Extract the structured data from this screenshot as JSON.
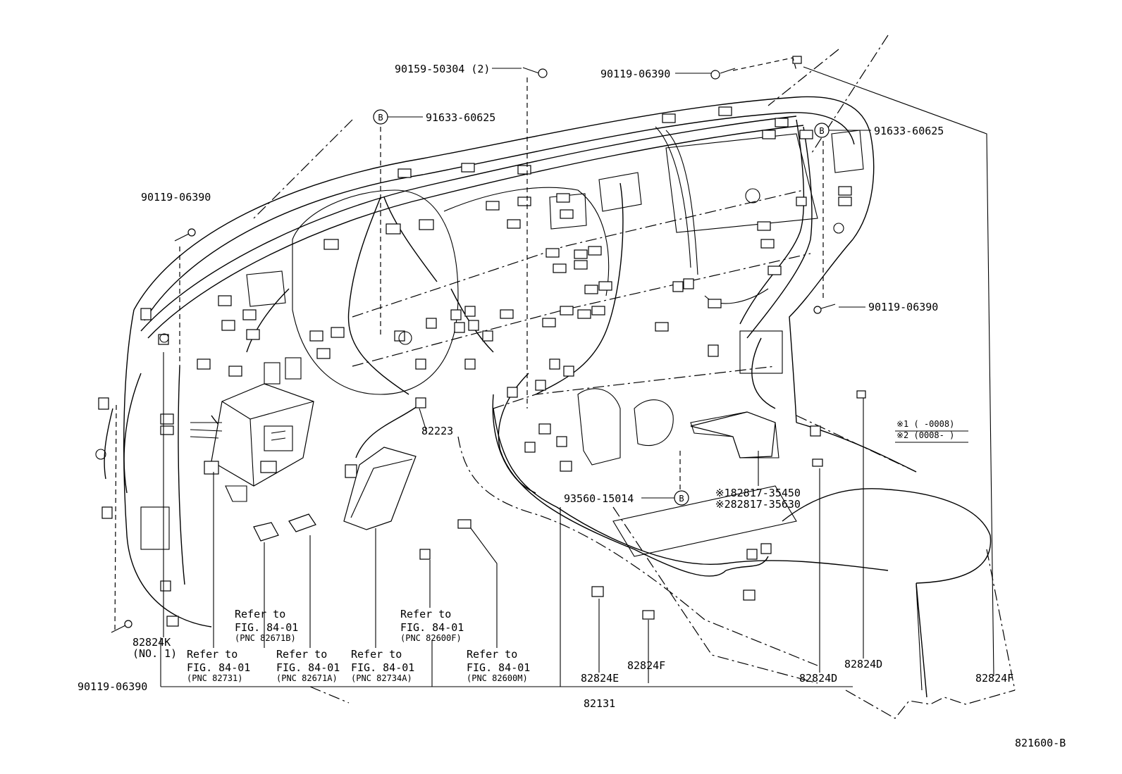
{
  "diagram_id": "821600-B",
  "bubble_letter": "B",
  "parts": {
    "bolt_top": "90159-50304 (2)",
    "bolt_top_right": "90119-06390",
    "clamp_left_top": "91633-60625",
    "clamp_right_top": "91633-60625",
    "bolt_left_upper": "90119-06390",
    "bolt_right": "90119-06390",
    "bolt_left_lower": "90119-06390",
    "clip_center": "93560-15014",
    "ecu": "82223",
    "wire_main": "82131",
    "wire_k": "82824K",
    "wire_k_sub": "(NO. 1)",
    "wire_e": "82824E",
    "wire_f1": "82824F",
    "wire_d1": "82824D",
    "wire_d2": "82824D",
    "wire_f2": "82824F",
    "bracket_1": "※182817-35450",
    "bracket_2": "※282817-35630"
  },
  "legend": {
    "note_1": "※1 (   -0008)",
    "note_2": "※2 (0008-    )"
  },
  "refs": [
    {
      "line1": "Refer to",
      "line2": "FIG. 84-01",
      "pnc": "(PNC 82671B)"
    },
    {
      "line1": "Refer to",
      "line2": "FIG. 84-01",
      "pnc": "(PNC 82600F)"
    },
    {
      "line1": "Refer to",
      "line2": "FIG. 84-01",
      "pnc": "(PNC 82731)"
    },
    {
      "line1": "Refer to",
      "line2": "FIG. 84-01",
      "pnc": "(PNC 82671A)"
    },
    {
      "line1": "Refer to",
      "line2": "FIG. 84-01",
      "pnc": "(PNC 82734A)"
    },
    {
      "line1": "Refer to",
      "line2": "FIG. 84-01",
      "pnc": "(PNC 82600M)"
    }
  ]
}
